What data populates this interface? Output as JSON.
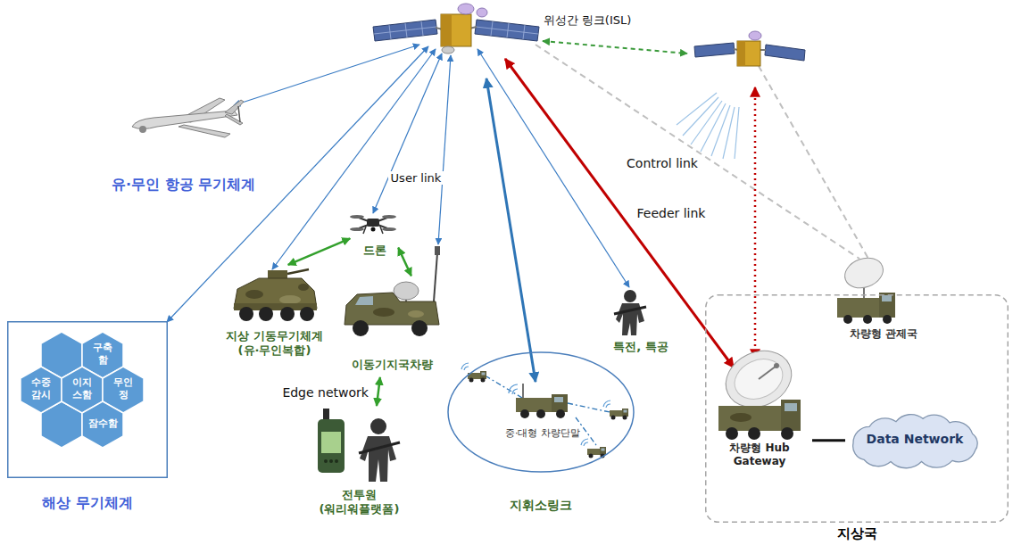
{
  "diagram": {
    "nodes": [
      {
        "text": [
          "유·무인 항공 무기체계"
        ]
      },
      {
        "text": [
          "드론"
        ]
      },
      {
        "text": [
          "지상 기동무기체계 (유·무인복합)"
        ]
      },
      {
        "text": [
          "이동기지국차량"
        ]
      },
      {
        "text": [
          "특전, 특공"
        ]
      },
      {
        "text": [
          "해상 무기체계"
        ]
      },
      {
        "text": [
          "구축함"
        ],
        "in": 5
      },
      {
        "text": [
          "수중감시"
        ],
        "in": 5
      },
      {
        "text": [
          "이지스함"
        ],
        "in": 5
      },
      {
        "text": [
          "무인정"
        ],
        "in": 5
      },
      {
        "text": [
          "잠수함"
        ],
        "in": 5
      },
      {
        "text": [
          "전투원 (워리워플랫폼)"
        ]
      },
      {
        "text": [
          "지휘소링크"
        ]
      },
      {
        "text": [
          "중·대형 차량단말"
        ],
        "in": 12
      },
      {
        "text": [
          "지상국"
        ]
      },
      {
        "text": [
          "차량형 관제국"
        ],
        "in": 14
      },
      {
        "text": [
          "차량형 Hub Gateway"
        ],
        "in": 14
      },
      {
        "text": [
          "Data Network"
        ],
        "in": 14
      }
    ],
    "edges": [
      {
        "from": 2,
        "to": 1,
        "arrow": "both"
      },
      {
        "from": 1,
        "to": 3,
        "arrow": "both"
      },
      {
        "from": 3,
        "to": 11,
        "arrow": "both",
        "label": "Edge network"
      },
      {
        "from": 16,
        "to": 17,
        "arrow": "none"
      }
    ],
    "labels": [
      "위성간 링크(ISL)",
      "User link",
      "Control link",
      "Feeder link"
    ]
  }
}
